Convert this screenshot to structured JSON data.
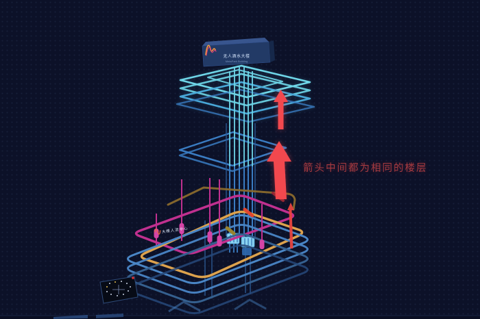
{
  "sign": {
    "title": "无人酒水大楼",
    "subtitle": "MetaPark Building"
  },
  "annotation": {
    "text": "箭头中间都为相同的楼层"
  },
  "floor_label": {
    "text": "大楼人流中心"
  },
  "icons": {
    "brand_logo": "m-wave-gradient",
    "gauge": "compass-dial"
  },
  "colors": {
    "background": "#0c1128",
    "cyan_bright": "#6fd6e8",
    "cyan_mid": "#49a8d8",
    "blue_mid": "#3a7cc2",
    "steel": "#4a86c6",
    "steel_dark": "#35608f",
    "deep": "#27497a",
    "pipe_dark": "#2c5a95",
    "magenta": "#c0308f",
    "magenta_bright": "#d444a6",
    "orange": "#dca24d",
    "gold": "#8a6a2c",
    "red": "#f2484e",
    "red_thin": "#e8443f",
    "red_deep": "#8a2430",
    "olive": "#98832f",
    "annotation": "#a53a40",
    "sign_face": "#223a66",
    "sign_top": "#3b5a93",
    "sign_text": "#cfe0f8",
    "sign_sub": "#8aa4cc",
    "fitting": "#8ad4f2",
    "label_text": "#dce8f8"
  }
}
